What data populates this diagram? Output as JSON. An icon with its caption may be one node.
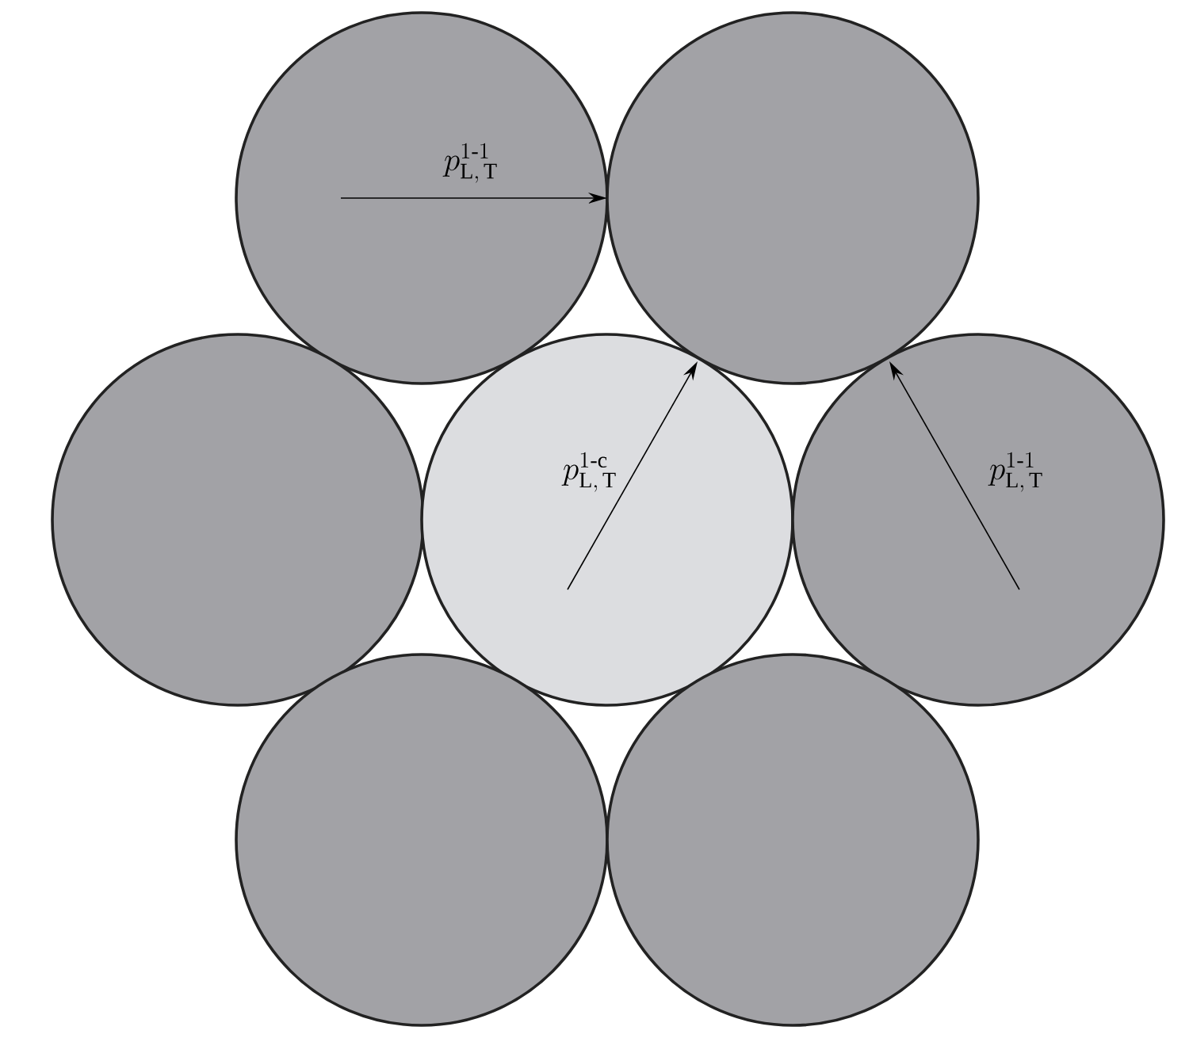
{
  "diagram": {
    "nodes": [
      {
        "text": [],
        "shape": "circle"
      },
      {
        "text": [],
        "shape": "circle"
      },
      {
        "text": [],
        "shape": "circle"
      },
      {
        "text": [],
        "shape": "circle"
      },
      {
        "text": [],
        "shape": "circle"
      },
      {
        "text": [],
        "shape": "circle"
      },
      {
        "text": [],
        "shape": "circle"
      }
    ],
    "labels": [
      "p_{\\mathrm{L,\\,T}}^{1\\text{-}1}",
      "p_{\\mathrm{L,\\,T}}^{1\\text{-c}}",
      "p_{\\mathrm{L,\\,T}}^{1\\text{-}1}"
    ]
  }
}
